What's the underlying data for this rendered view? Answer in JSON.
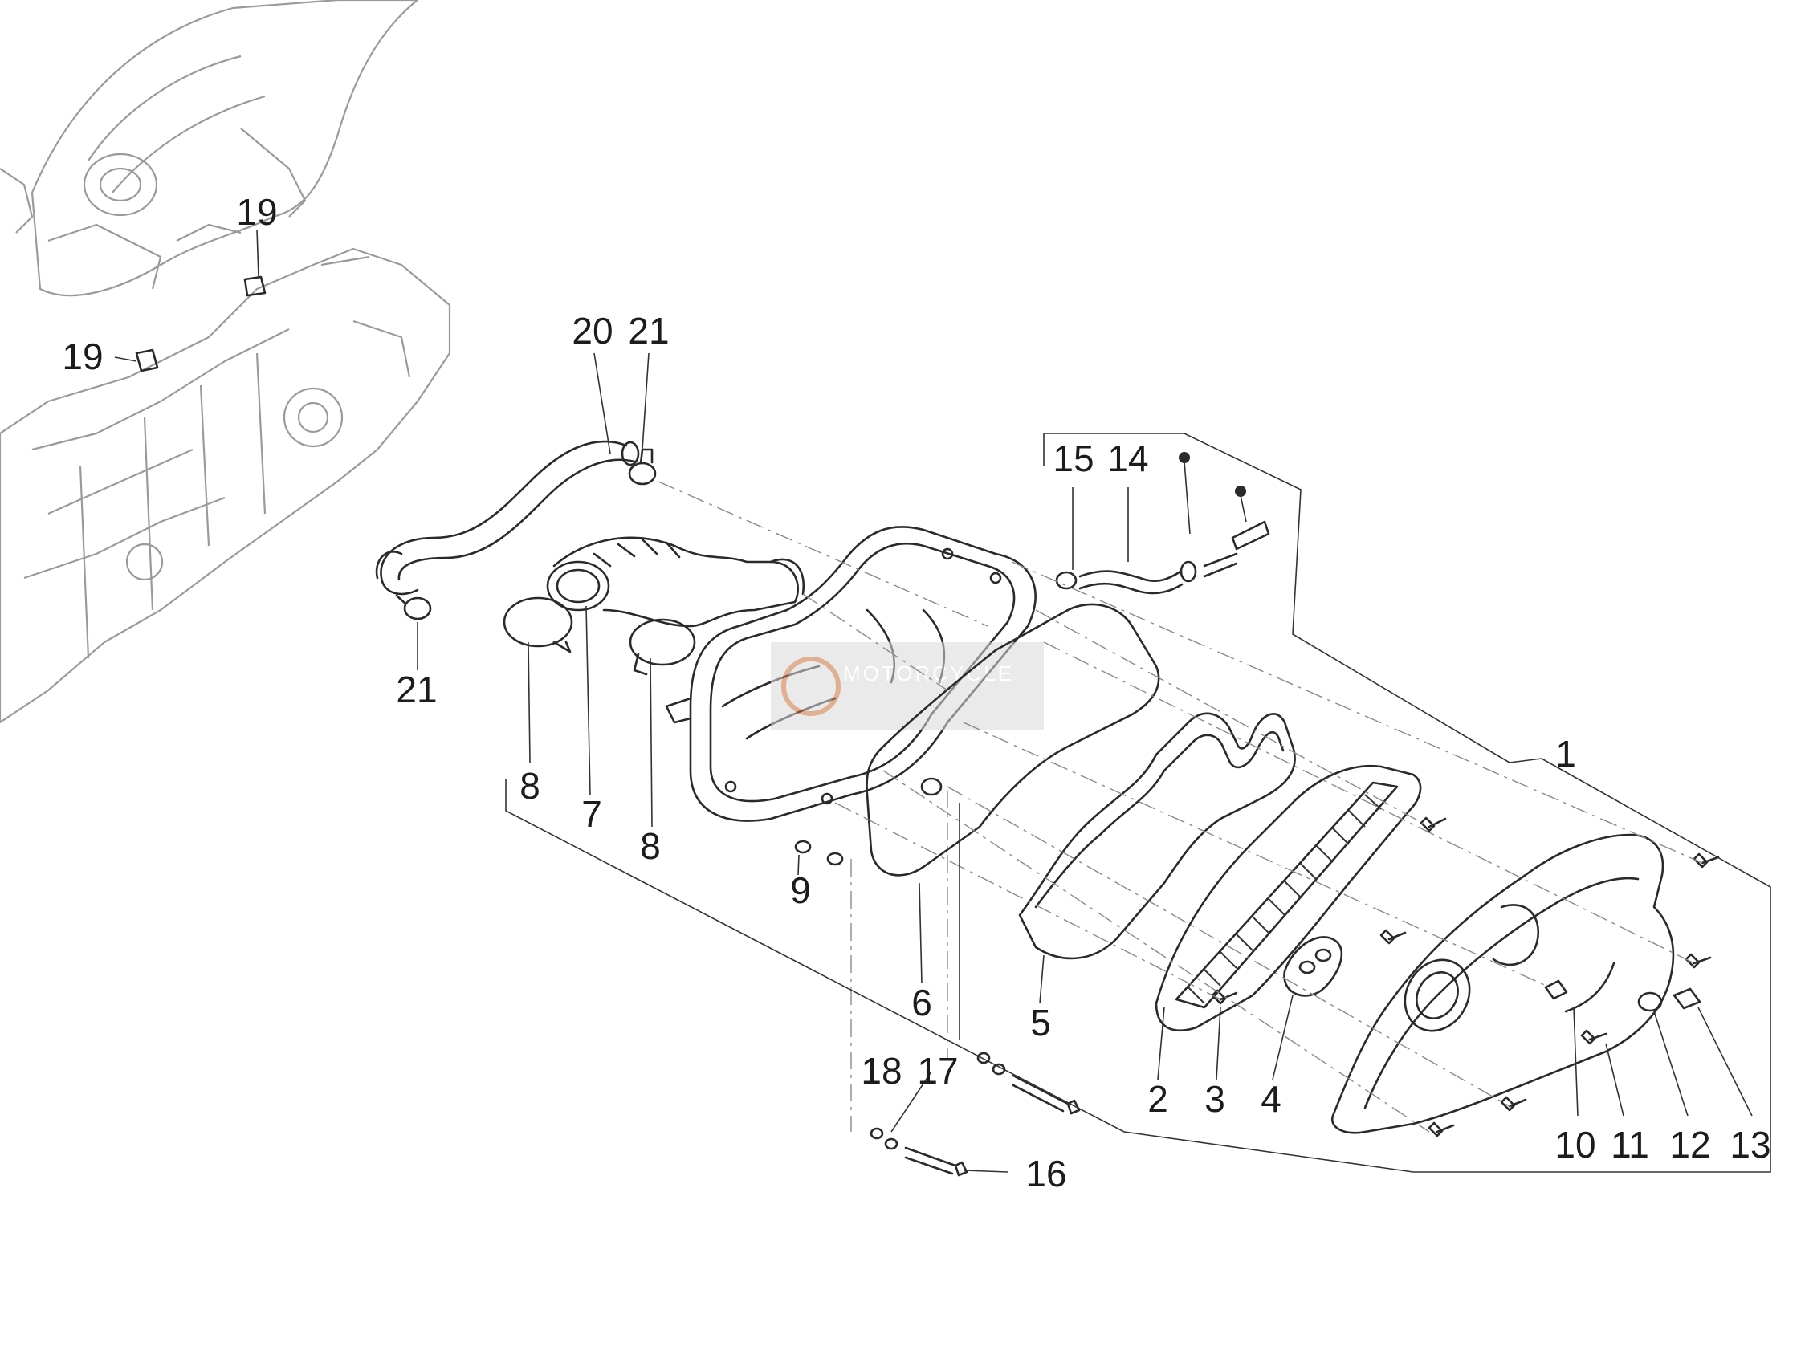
{
  "callouts": [
    {
      "id": "c1",
      "label": "1"
    },
    {
      "id": "c2",
      "label": "2"
    },
    {
      "id": "c3",
      "label": "3"
    },
    {
      "id": "c4",
      "label": "4"
    },
    {
      "id": "c5",
      "label": "5"
    },
    {
      "id": "c6",
      "label": "6"
    },
    {
      "id": "c7",
      "label": "7"
    },
    {
      "id": "c8a",
      "label": "8"
    },
    {
      "id": "c8b",
      "label": "8"
    },
    {
      "id": "c9",
      "label": "9"
    },
    {
      "id": "c10",
      "label": "10"
    },
    {
      "id": "c11",
      "label": "11"
    },
    {
      "id": "c12",
      "label": "12"
    },
    {
      "id": "c13",
      "label": "13"
    },
    {
      "id": "c14",
      "label": "14"
    },
    {
      "id": "c15",
      "label": "15"
    },
    {
      "id": "c16",
      "label": "16"
    },
    {
      "id": "c17",
      "label": "17"
    },
    {
      "id": "c18",
      "label": "18"
    },
    {
      "id": "c19a",
      "label": "19"
    },
    {
      "id": "c19b",
      "label": "19"
    },
    {
      "id": "c20",
      "label": "20"
    },
    {
      "id": "c21a",
      "label": "21"
    },
    {
      "id": "c21b",
      "label": "21"
    }
  ],
  "watermark": {
    "text": "MOTORCYCLE"
  },
  "colors": {
    "line": "#2a2a2a",
    "ghost": "#9a9a9a",
    "watermark": "#d9d9d9",
    "watermark_logo": "#c7703c"
  }
}
